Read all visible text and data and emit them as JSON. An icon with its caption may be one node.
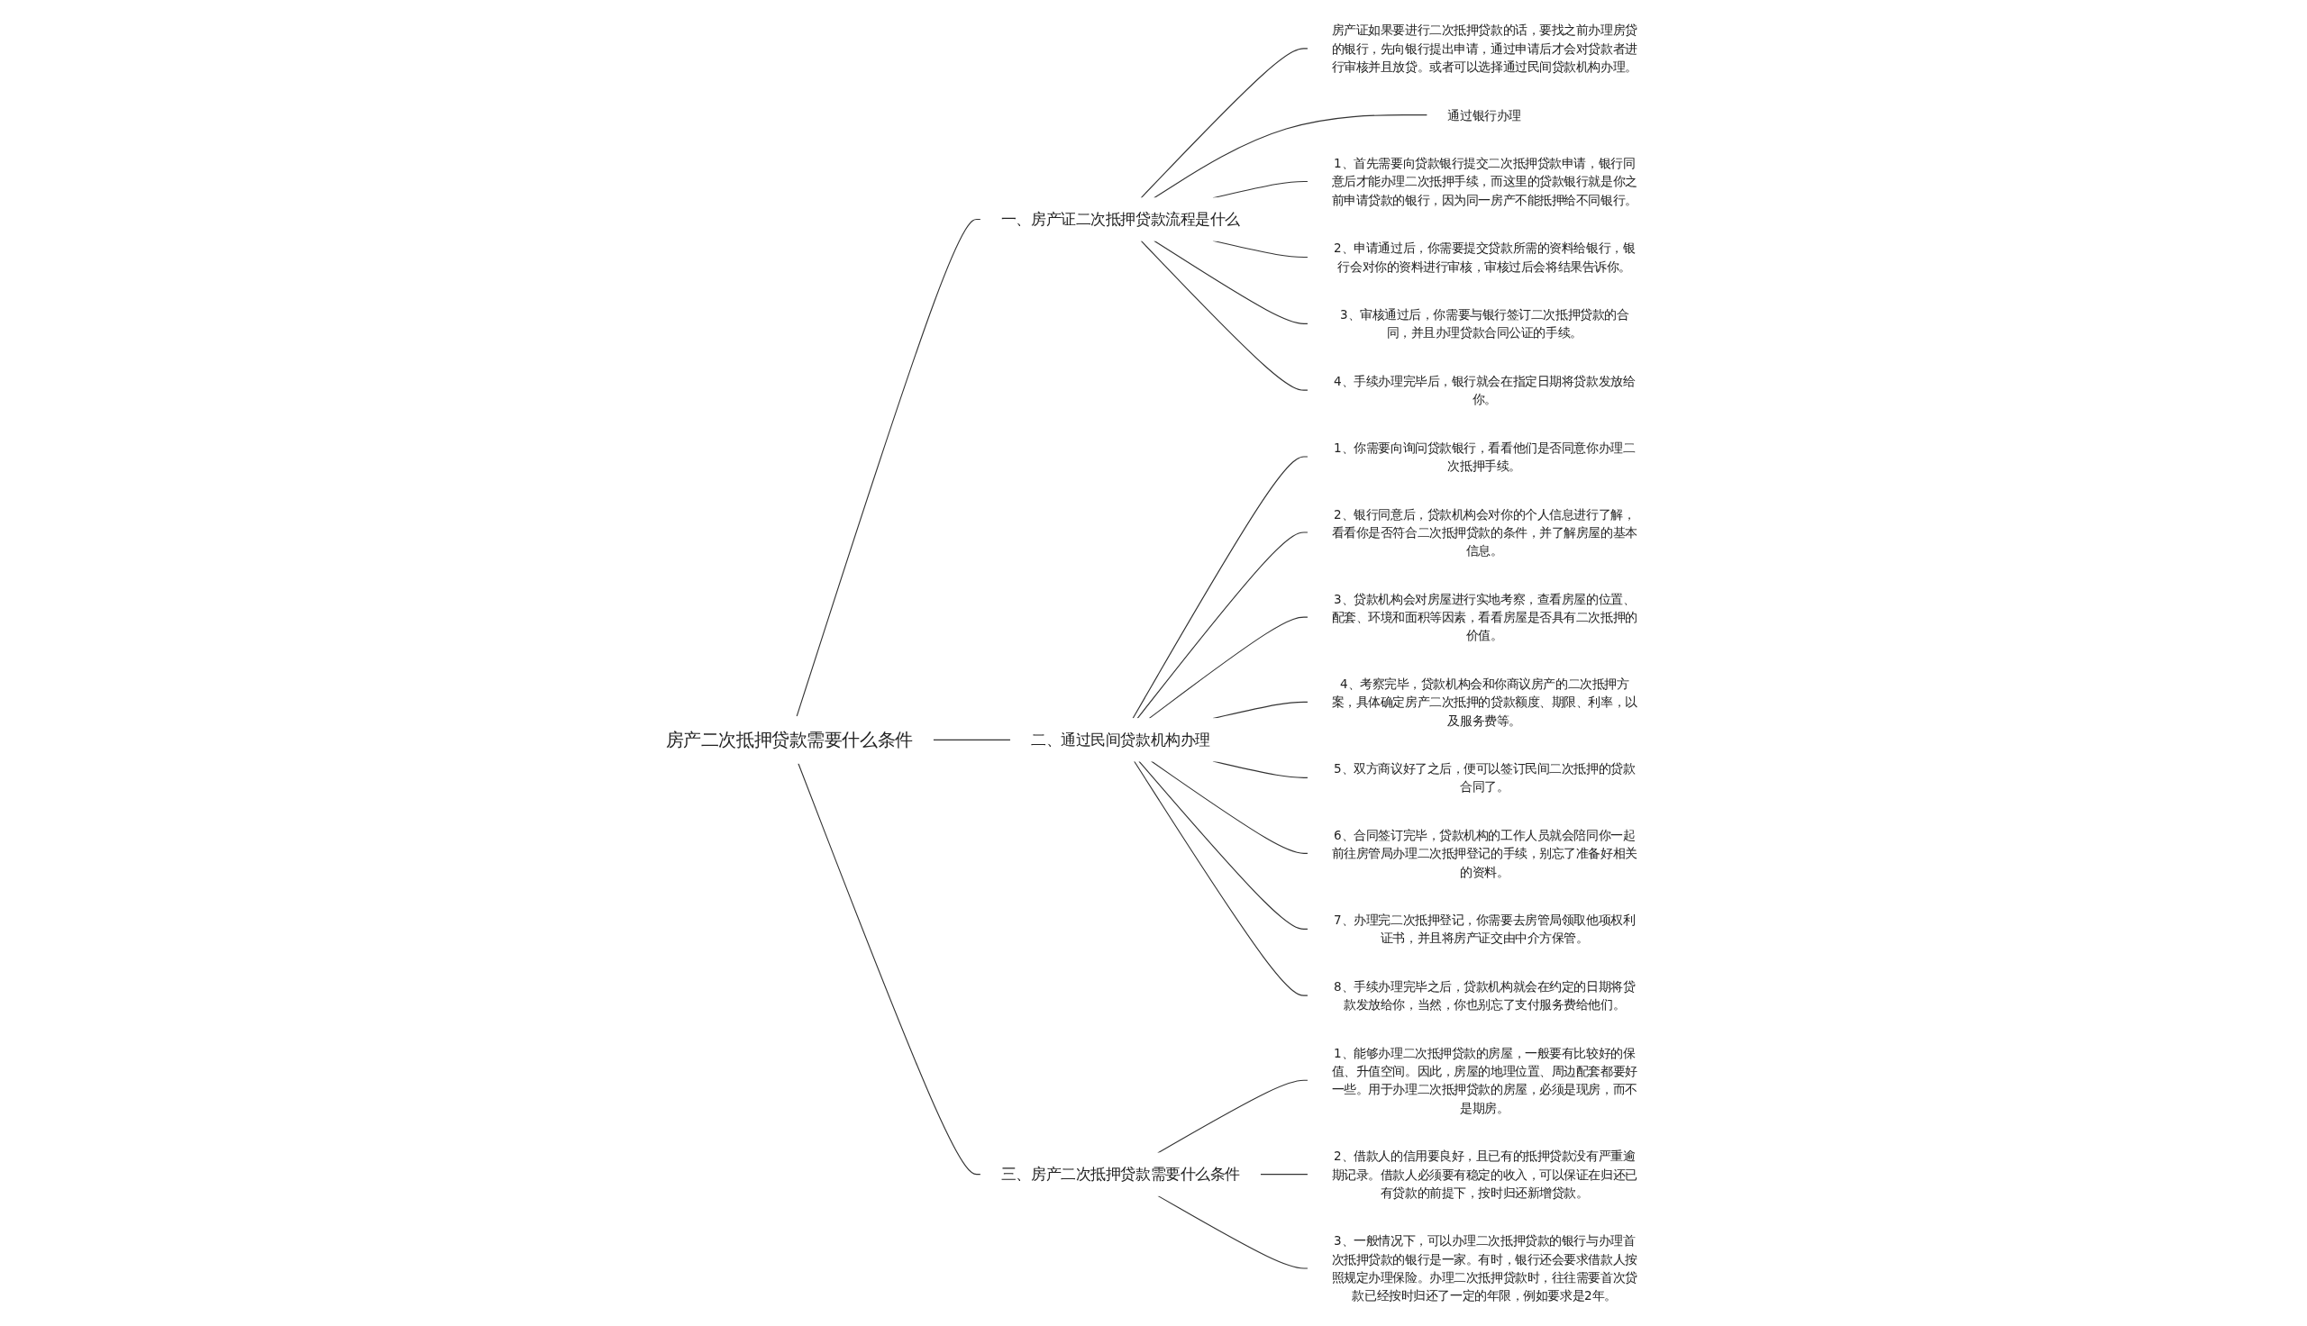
{
  "diagram": {
    "nodes": [
      {
        "text": [
          "房产二次抵押贷款需要什么条件"
        ]
      },
      {
        "text": [
          "一、房产证二次抵押贷款流程是什么"
        ]
      },
      {
        "text": [
          "房产证如果要进行二次抵押贷款的话，要找之前办理房贷的银行，先向银行提出申请，通过申请后才会对贷款者进行审核并且放贷。或者可以选择通过民间贷款机构办理。"
        ]
      },
      {
        "text": [
          "通过银行办理"
        ]
      },
      {
        "text": [
          "1、首先需要向贷款银行提交二次抵押贷款申请，银行同意后才能办理二次抵押手续，而这里的贷款银行就是你之前申请贷款的银行，因为同一房产不能抵押给不同银行。"
        ]
      },
      {
        "text": [
          "2、申请通过后，你需要提交贷款所需的资料给银行，银行会对你的资料进行审核，审核过后会将结果告诉你。"
        ]
      },
      {
        "text": [
          "3、审核通过后，你需要与银行签订二次抵押贷款的合同，并且办理贷款合同公证的手续。"
        ]
      },
      {
        "text": [
          "4、手续办理完毕后，银行就会在指定日期将贷款发放给你。"
        ]
      },
      {
        "text": [
          "二、通过民间贷款机构办理"
        ]
      },
      {
        "text": [
          "1、你需要向询问贷款银行，看看他们是否同意你办理二次抵押手续。"
        ]
      },
      {
        "text": [
          "2、银行同意后，贷款机构会对你的个人信息进行了解，看看你是否符合二次抵押贷款的条件，并了解房屋的基本信息。"
        ]
      },
      {
        "text": [
          "3、贷款机构会对房屋进行实地考察，查看房屋的位置、配套、环境和面积等因素，看看房屋是否具有二次抵押的价值。"
        ]
      },
      {
        "text": [
          "4、考察完毕，贷款机构会和你商议房产的二次抵押方案，具体确定房产二次抵押的贷款额度、期限、利率，以及服务费等。"
        ]
      },
      {
        "text": [
          "5、双方商议好了之后，便可以签订民间二次抵押的贷款合同了。"
        ]
      },
      {
        "text": [
          "6、合同签订完毕，贷款机构的工作人员就会陪同你一起前往房管局办理二次抵押登记的手续，别忘了准备好相关的资料。"
        ]
      },
      {
        "text": [
          "7、办理完二次抵押登记，你需要去房管局领取他项权利证书，并且将房产证交由中介方保管。"
        ]
      },
      {
        "text": [
          "8、手续办理完毕之后，贷款机构就会在约定的日期将贷款发放给你，当然，你也别忘了支付服务费给他们。"
        ]
      },
      {
        "text": [
          "三、房产二次抵押贷款需要什么条件"
        ]
      },
      {
        "text": [
          "1、能够办理二次抵押贷款的房屋，一般要有比较好的保值、升值空间。因此，房屋的地理位置、周边配套都要好一些。用于办理二次抵押贷款的房屋，必须是现房，而不是期房。"
        ]
      },
      {
        "text": [
          "2、借款人的信用要良好，且已有的抵押贷款没有严重逾期记录。借款人必须要有稳定的收入，可以保证在归还已有贷款的前提下，按时归还新增贷款。"
        ]
      },
      {
        "text": [
          "3、一般情况下，可以办理二次抵押贷款的银行与办理首次抵押贷款的银行是一家。有时，银行还会要求借款人按照规定办理保险。办理二次抵押贷款时，往往需要首次贷款已经按时归还了一定的年限，例如要求是2年。"
        ]
      }
    ],
    "edges": [
      {
        "from": 0,
        "to": 1,
        "arrow": "none"
      },
      {
        "from": 1,
        "to": 2,
        "arrow": "none"
      },
      {
        "from": 1,
        "to": 3,
        "arrow": "none"
      },
      {
        "from": 1,
        "to": 4,
        "arrow": "none"
      },
      {
        "from": 1,
        "to": 5,
        "arrow": "none"
      },
      {
        "from": 1,
        "to": 6,
        "arrow": "none"
      },
      {
        "from": 1,
        "to": 7,
        "arrow": "none"
      },
      {
        "from": 0,
        "to": 8,
        "arrow": "none"
      },
      {
        "from": 8,
        "to": 9,
        "arrow": "none"
      },
      {
        "from": 8,
        "to": 10,
        "arrow": "none"
      },
      {
        "from": 8,
        "to": 11,
        "arrow": "none"
      },
      {
        "from": 8,
        "to": 12,
        "arrow": "none"
      },
      {
        "from": 8,
        "to": 13,
        "arrow": "none"
      },
      {
        "from": 8,
        "to": 14,
        "arrow": "none"
      },
      {
        "from": 8,
        "to": 15,
        "arrow": "none"
      },
      {
        "from": 8,
        "to": 16,
        "arrow": "none"
      },
      {
        "from": 0,
        "to": 17,
        "arrow": "none"
      },
      {
        "from": 17,
        "to": 18,
        "arrow": "none"
      },
      {
        "from": 17,
        "to": 19,
        "arrow": "none"
      },
      {
        "from": 17,
        "to": 20,
        "arrow": "none"
      }
    ]
  }
}
